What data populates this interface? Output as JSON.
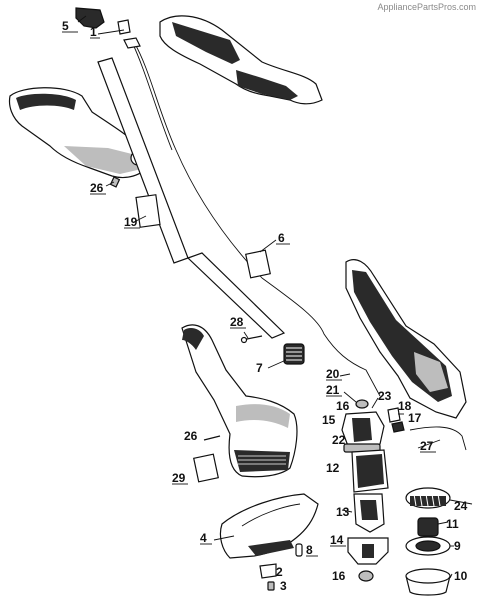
{
  "watermark": "AppliancePartsPros.com",
  "callouts": [
    {
      "id": "c5",
      "text": "5"
    },
    {
      "id": "c1",
      "text": "1"
    },
    {
      "id": "c26a",
      "text": "26"
    },
    {
      "id": "c19",
      "text": "19"
    },
    {
      "id": "c6",
      "text": "6"
    },
    {
      "id": "c28",
      "text": "28"
    },
    {
      "id": "c7",
      "text": "7"
    },
    {
      "id": "c20",
      "text": "20"
    },
    {
      "id": "c21",
      "text": "21"
    },
    {
      "id": "c23",
      "text": "23"
    },
    {
      "id": "c16a",
      "text": "16"
    },
    {
      "id": "c18",
      "text": "18"
    },
    {
      "id": "c15",
      "text": "15"
    },
    {
      "id": "c17",
      "text": "17"
    },
    {
      "id": "c22",
      "text": "22"
    },
    {
      "id": "c27",
      "text": "27"
    },
    {
      "id": "c26b",
      "text": "26"
    },
    {
      "id": "c12",
      "text": "12"
    },
    {
      "id": "c29",
      "text": "29"
    },
    {
      "id": "c24",
      "text": "24"
    },
    {
      "id": "c13",
      "text": "13"
    },
    {
      "id": "c11",
      "text": "11"
    },
    {
      "id": "c4",
      "text": "4"
    },
    {
      "id": "c8",
      "text": "8"
    },
    {
      "id": "c14",
      "text": "14"
    },
    {
      "id": "c9",
      "text": "9"
    },
    {
      "id": "c2",
      "text": "2"
    },
    {
      "id": "c3",
      "text": "3"
    },
    {
      "id": "c16b",
      "text": "16"
    },
    {
      "id": "c10",
      "text": "10"
    }
  ],
  "colors": {
    "ink": "#111111",
    "shade": "#2a2a2a",
    "fill": "#bdbdbd",
    "watermark": "#8a8a8a"
  }
}
